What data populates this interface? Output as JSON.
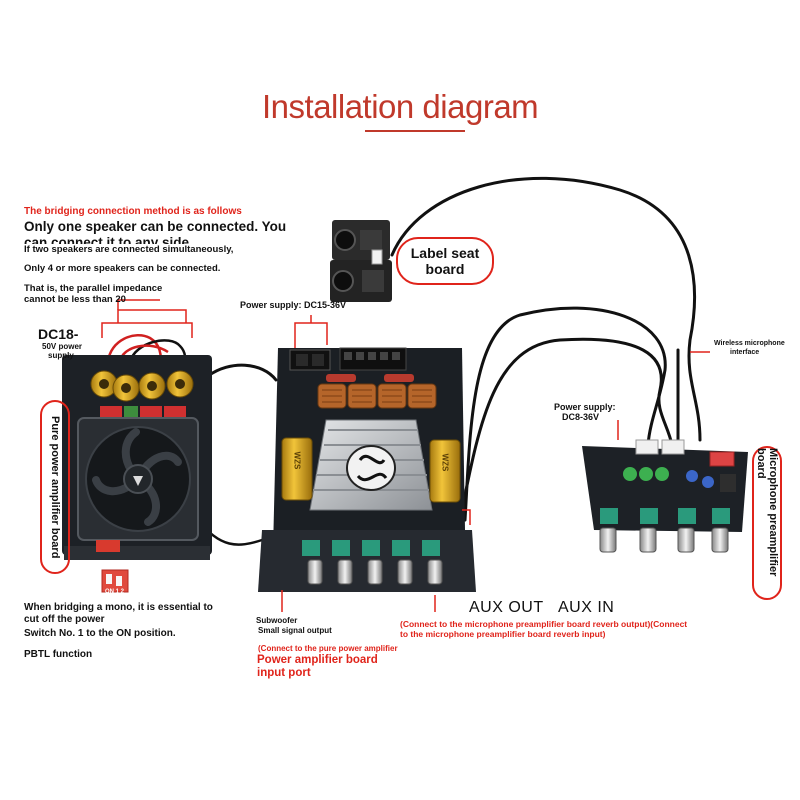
{
  "title": "Installation diagram",
  "bridging": {
    "heading": "The bridging connection method is as follows",
    "line1": "Only one speaker can be connected. You",
    "line2": "can connect it to any side.",
    "line3": "If two speakers are connected simultaneously,",
    "line4": "Only 4 or more speakers can be connected.",
    "line5": "That is, the parallel impedance",
    "line6": "cannot be less than 20"
  },
  "left_board": {
    "dc_label": "DC18-",
    "dc_sub1": "50V power",
    "dc_sub2": "supply",
    "name": "Pure power amplifier board",
    "switch_label": "ON 1 2"
  },
  "notes": {
    "mono1": "When bridging a mono, it is essential to",
    "mono2": "cut off the power",
    "switch": "Switch No. 1 to the ON position.",
    "pbtl": "PBTL function"
  },
  "center_board": {
    "power": "Power supply: DC15-36V",
    "sub1": "Subwoofer",
    "sub2": "Small signal output",
    "connect": "(Connect to the pure power amplifier",
    "input1": "Power amplifier board",
    "input2": "input port",
    "cap_label": "WZS"
  },
  "label_seat": {
    "line1": "Label seat",
    "line2": "board"
  },
  "right_board": {
    "wireless1": "Wireless microphone",
    "wireless2": "interface",
    "power1": "Power supply:",
    "power2": "DC8-36V",
    "name": "Microphone preamplifier board"
  },
  "aux": {
    "out": "AUX OUT",
    "in": "AUX IN",
    "note1": "(Connect to the microphone preamplifier board reverb output)(Connect",
    "note2": "to the microphone preamplifier board reverb input)"
  },
  "colors": {
    "accent_red": "#e0241b",
    "title_red": "#c0392b",
    "pcb": "#1d2126",
    "heatsink": "#b9bcc0",
    "capacitor": "#d8a21a",
    "wire": "#111111",
    "power_wire_red": "#d02020"
  }
}
